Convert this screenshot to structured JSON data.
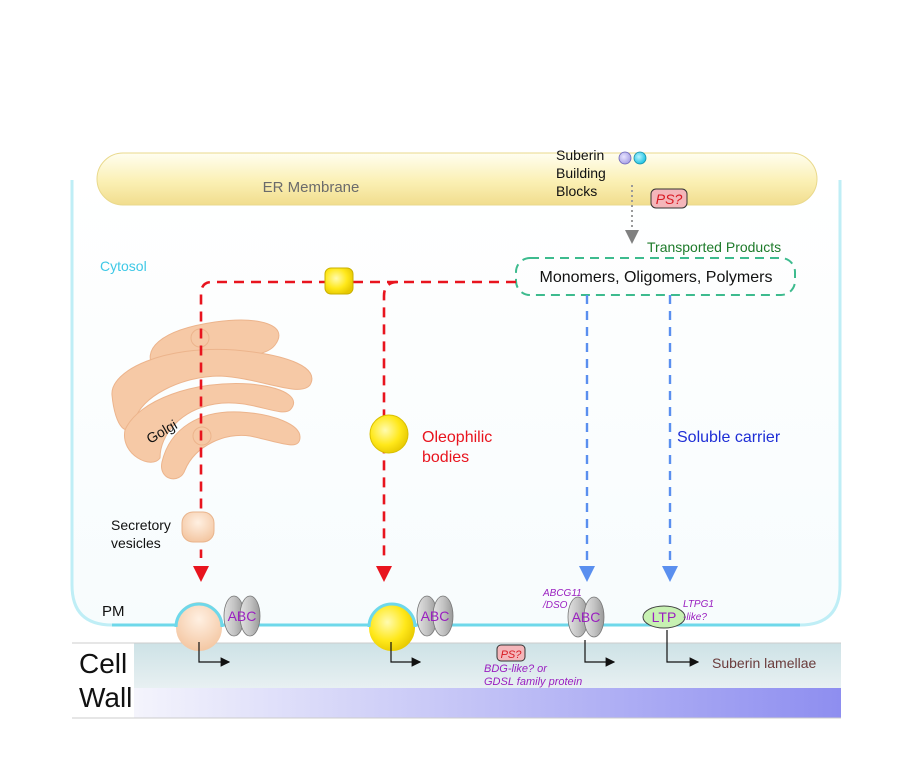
{
  "labels": {
    "er_membrane": "ER Membrane",
    "suberin_line1": "Suberin",
    "suberin_line2": "Building",
    "suberin_line3": "Blocks",
    "ps_top": "PS?",
    "transported_products": "Transported Products",
    "monomers": "Monomers, Oligomers, Polymers",
    "cytosol": "Cytosol",
    "golgi": "Golgi",
    "oleophilic_line1": "Oleophilic",
    "oleophilic_line2": "bodies",
    "soluble_carrier": "Soluble carrier",
    "secretory_line1": "Secretory",
    "secretory_line2": "vesicles",
    "pm": "PM",
    "abc": "ABC",
    "abcg11_line1": "ABCG11",
    "abcg11_line2": "/DSO",
    "ltp": "LTP",
    "ltpg1_line1": "LTPG1",
    "ltpg1_line2": "-like?",
    "ps_bottom": "PS?",
    "bdg_line1": "BDG-like? or",
    "bdg_line2": "GDSL family protein",
    "suberin_lamellae": "Suberin lamellae",
    "cell": "Cell",
    "wall": "Wall"
  },
  "colors": {
    "red_path": "#e8141e",
    "blue_path": "#5a8fef",
    "cyan_membrane": "#6ed8ea",
    "purple_text": "#9a1fc0",
    "green_text": "#1d7a2a",
    "dashed_box": "#3dbb8e",
    "golgi": "#f6c9a6",
    "yellow": "#ffe81a"
  }
}
